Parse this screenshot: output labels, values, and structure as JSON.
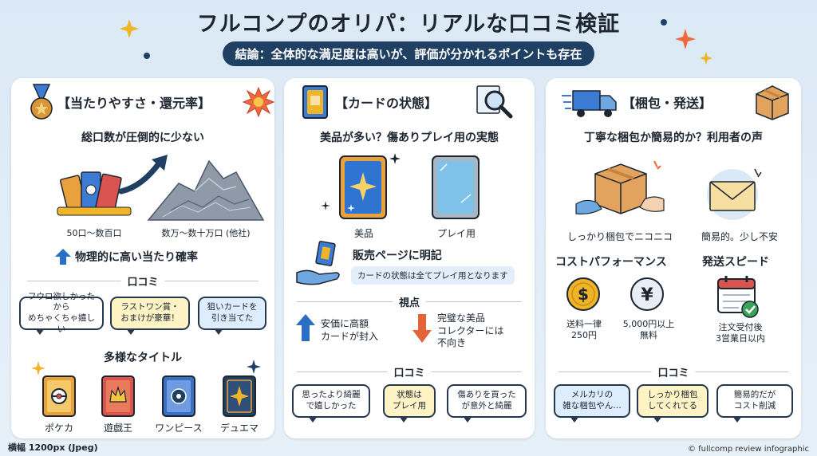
{
  "header": {
    "title": "フルコンプのオリパ：リアルな口コミ検証",
    "subtitle": "結論：全体的な満足度は高いが、評価が分かれるポイントも存在"
  },
  "panel1": {
    "heading": "【当たりやすさ・還元率】",
    "lead": "総口数が圧倒的に少ない",
    "left_label": "50口～数百口",
    "right_label": "数万～数十万口 (他社)",
    "arrow_text": "物理的に高い当たり確率",
    "reviews_label": "口コミ",
    "reviews": [
      "フウロ欲しかったから\nめちゃくちゃ嬉しい",
      "ラストワン賞・\nおまけが豪華！",
      "狙いカードを\n引き当てた"
    ],
    "titles_heading": "多様なタイトル",
    "titles": [
      "ポケカ",
      "遊戯王",
      "ワンピース",
      "デュエマ"
    ]
  },
  "panel2": {
    "heading": "【カードの状態】",
    "lead": "美品が多い？傷ありプレイ用の実態",
    "card_good": "美品",
    "card_play": "プレイ用",
    "page_note_title": "販売ページに明記",
    "page_note_text": "カードの状態は全てプレイ用となります",
    "viewpoint_label": "視点",
    "pro": "安価に高額\nカードが封入",
    "con": "完璧な美品\nコレクターには\n不向き",
    "reviews_label": "口コミ",
    "reviews": [
      "思ったより綺麗\nで嬉しかった",
      "状態は\nプレイ用",
      "傷ありを買った\nが意外と綺麗"
    ]
  },
  "panel3": {
    "heading": "【梱包・発送】",
    "lead": "丁寧な梱包か簡易的か？利用者の声",
    "pack_good": "しっかり梱包でニコニコ",
    "pack_simple": "簡易的。少し不安",
    "cost_heading": "コストパフォーマンス",
    "ship_heading": "発送スピード",
    "cost1": "送料一律\n250円",
    "cost2": "5,000円以上\n無料",
    "ship_note": "注文受付後\n3営業日以内",
    "reviews_label": "口コミ",
    "reviews": [
      "メルカリの\n雑な梱包やん…",
      "しっかり梱包\nしてくれてる",
      "簡易的だが\nコスト削減"
    ]
  },
  "footer": {
    "left": "横幅 1200px (Jpeg)",
    "right": "© fullcomp review infographic"
  },
  "colors": {
    "navy": "#1f3f63",
    "bubble_yellow": "#fdf3c4",
    "bubble_blue": "#deedfb",
    "arrow_up": "#2a6fc4",
    "arrow_down": "#e3643a"
  }
}
